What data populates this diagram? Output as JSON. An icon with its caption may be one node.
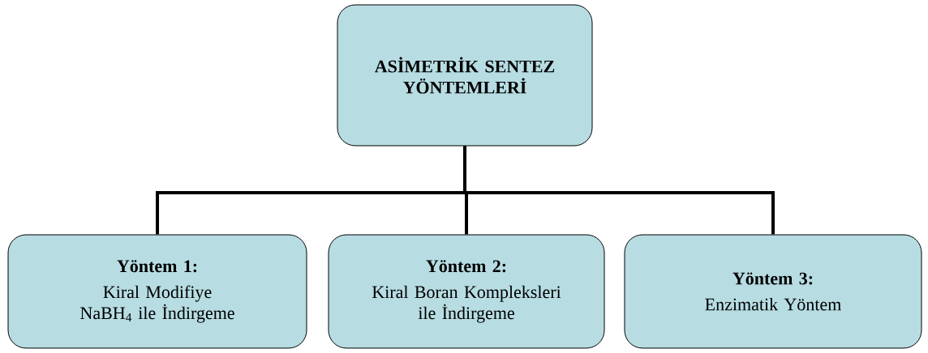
{
  "diagram": {
    "nodes": [
      {
        "text": [
          "ASİMETRİK SENTEZ YÖNTEMLERİ"
        ]
      },
      {
        "text": [
          "Yöntem 1:",
          "Kiral Modifiye NaBH$_{4}$ ile İndirgeme"
        ]
      },
      {
        "text": [
          "Yöntem 2:",
          "Kiral Boran Kompleksleri ile İndirgeme"
        ]
      },
      {
        "text": [
          "Yöntem 3:",
          "Enzimatik Yöntem"
        ]
      }
    ],
    "edges": [
      {
        "from": 0,
        "to": 1,
        "arrow": "none"
      },
      {
        "from": 0,
        "to": 2,
        "arrow": "none"
      },
      {
        "from": 0,
        "to": 3,
        "arrow": "none"
      }
    ]
  }
}
